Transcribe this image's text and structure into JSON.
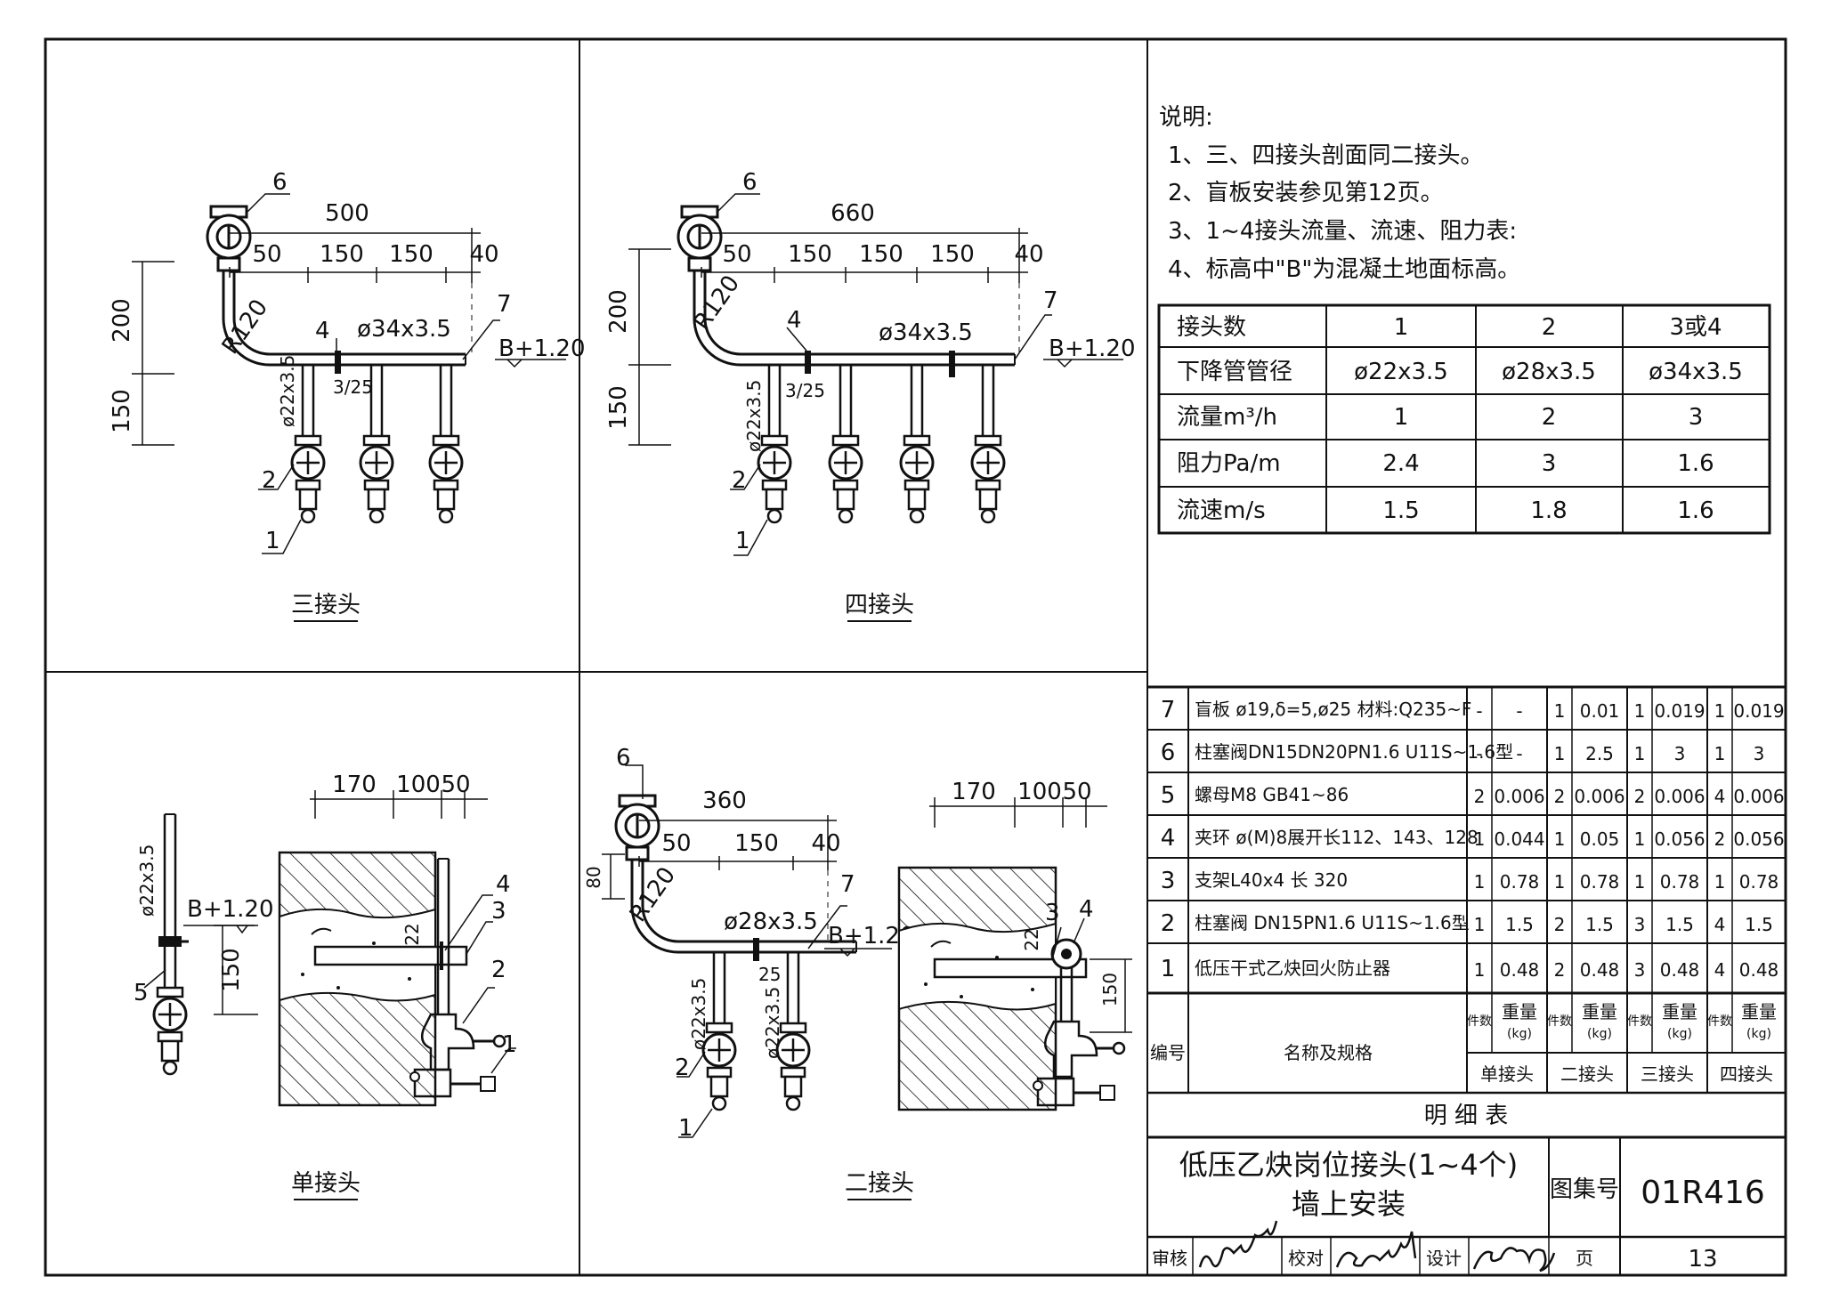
{
  "notes": {
    "heading": "说明:",
    "items": [
      "1、三、四接头剖面同二接头。",
      "2、盲板安装参见第12页。",
      "3、1~4接头流量、流速、阻力表:",
      "4、标高中\"B\"为混凝土地面标高。"
    ]
  },
  "flow_table": {
    "header": [
      "接头数",
      "1",
      "2",
      "3或4"
    ],
    "rows": [
      [
        "下降管管径",
        "ø22x3.5",
        "ø28x3.5",
        "ø34x3.5"
      ],
      [
        "流量m³/h",
        "1",
        "2",
        "3"
      ],
      [
        "阻力Pa/m",
        "2.4",
        "3",
        "1.6"
      ],
      [
        "流速m/s",
        "1.5",
        "1.8",
        "1.6"
      ]
    ]
  },
  "parts_table": {
    "rows": [
      [
        "7",
        "盲板 ø19,δ=5,ø25 材料:Q235~F",
        "-",
        "-",
        "1",
        "0.01",
        "1",
        "0.019",
        "1",
        "0.019"
      ],
      [
        "6",
        "柱塞阀DN15DN20PN1.6 U11S~1.6型",
        "-",
        "-",
        "1",
        "2.5",
        "1",
        "3",
        "1",
        "3"
      ],
      [
        "5",
        "螺母M8   GB41~86",
        "2",
        "0.006",
        "2",
        "0.006",
        "2",
        "0.006",
        "4",
        "0.006"
      ],
      [
        "4",
        "夹环 ø(M)8展开长112、143、128",
        "1",
        "0.044",
        "1",
        "0.05",
        "1",
        "0.056",
        "2",
        "0.056"
      ],
      [
        "3",
        "支架L40x4 长 320",
        "1",
        "0.78",
        "1",
        "0.78",
        "1",
        "0.78",
        "1",
        "0.78"
      ],
      [
        "2",
        "柱塞阀 DN15PN1.6 U11S~1.6型",
        "1",
        "1.5",
        "2",
        "1.5",
        "3",
        "1.5",
        "4",
        "1.5"
      ],
      [
        "1",
        "低压干式乙炔回火防止器",
        "1",
        "0.48",
        "2",
        "0.48",
        "3",
        "0.48",
        "4",
        "0.48"
      ]
    ],
    "col_no": "编号",
    "col_name": "名称及规格",
    "qty": "件数",
    "weight": "重量",
    "weight_unit": "(kg)",
    "groups": [
      "单接头",
      "二接头",
      "三接头",
      "四接头"
    ],
    "caption": "明   细   表"
  },
  "title_block": {
    "title_line1": "低压乙炔岗位接头(1~4个)",
    "title_line2": "墙上安装",
    "atlas_label": "图集号",
    "atlas_no": "01R416",
    "review": "审核",
    "check": "校对",
    "design": "设计",
    "page_label": "页",
    "page_no": "13"
  },
  "views": {
    "three": {
      "caption": "三接头",
      "dim_total": "500",
      "dims": [
        "50",
        "150",
        "150",
        "40"
      ],
      "v_dims": [
        "200",
        "150"
      ],
      "radius": "R120",
      "pipe_main": "ø34x3.5",
      "pipe_down": "ø22x3.5",
      "elev": "B+1.20",
      "sub_dims": "3/25",
      "tags": [
        "6",
        "4",
        "7",
        "2",
        "1"
      ]
    },
    "four": {
      "caption": "四接头",
      "dim_total": "660",
      "dims": [
        "50",
        "150",
        "150",
        "150",
        "40"
      ],
      "v_dims": [
        "200",
        "150"
      ],
      "radius": "R120",
      "pipe_main": "ø34x3.5",
      "pipe_down": "ø22x3.5",
      "elev": "B+1.20",
      "sub_dims": "3/25",
      "tags": [
        "6",
        "4",
        "7",
        "2",
        "1"
      ]
    },
    "single": {
      "caption": "单接头",
      "pipe": "ø22x3.5",
      "elev": "B+1.20",
      "v_dim": "150",
      "wall_dims": [
        "170",
        "100",
        "50"
      ],
      "small_dim": "22",
      "tags": [
        "5",
        "4",
        "3",
        "2",
        "1"
      ]
    },
    "two": {
      "caption": "二接头",
      "dim_total": "360",
      "dims": [
        "50",
        "150",
        "40"
      ],
      "v_dim": "80",
      "radius": "R120",
      "pipe_main": "ø28x3.5",
      "pipe_down": "ø22x3.5",
      "elev": "B+1.20",
      "sub_dim": "25",
      "wall_dims": [
        "170",
        "100",
        "50"
      ],
      "small_dim": "22",
      "wall_vdim": "150",
      "tags": [
        "6",
        "7",
        "2",
        "1",
        "3",
        "4"
      ]
    }
  }
}
